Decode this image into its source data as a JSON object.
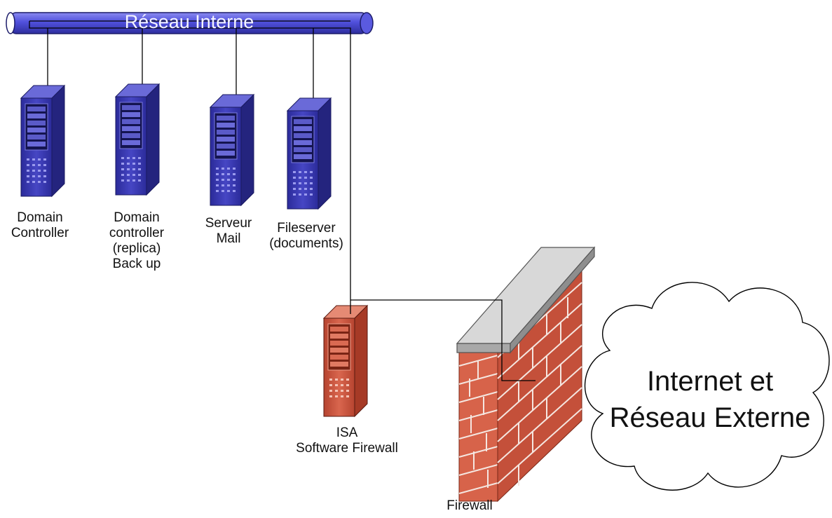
{
  "network": {
    "bus_label": "Réseau Interne"
  },
  "servers": [
    {
      "id": "dc",
      "label": "Domain\nController",
      "color": "blue"
    },
    {
      "id": "dc-replica",
      "label": "Domain\ncontroller\n(replica)\nBack up",
      "color": "blue"
    },
    {
      "id": "mail",
      "label": "Serveur\nMail",
      "color": "blue"
    },
    {
      "id": "fileserver",
      "label": "Fileserver\n(documents)",
      "color": "blue"
    },
    {
      "id": "isa",
      "label": "ISA\nSoftware Firewall",
      "color": "red"
    }
  ],
  "firewall": {
    "label": "Firewall"
  },
  "cloud": {
    "label": "Internet et\nRéseau Externe"
  },
  "colors": {
    "bus": "#4b4bd6",
    "server_blue": "#3a3ab0",
    "server_red": "#c9563f",
    "brick": "#d9644a",
    "wall_cap": "#c8c8c8"
  }
}
